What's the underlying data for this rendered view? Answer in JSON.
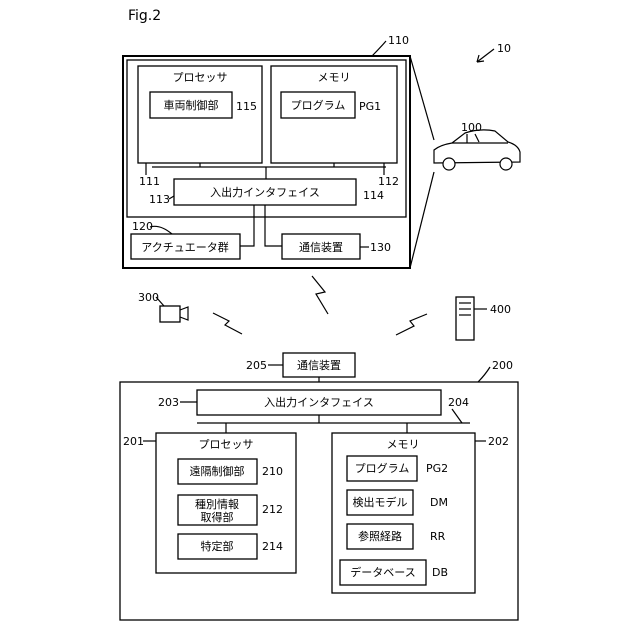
{
  "figure_label": "Fig.2",
  "system": {
    "ref": "10"
  },
  "vehicle": {
    "ref": "100"
  },
  "vehicle_device": {
    "ref": "110",
    "processor": {
      "title": "プロセッサ",
      "ref": "111",
      "control_unit": {
        "label": "車両制御部",
        "ref": "115"
      }
    },
    "memory": {
      "title": "メモリ",
      "ref": "112",
      "program": {
        "label": "プログラム",
        "ref": "PG1"
      }
    },
    "io_interface": {
      "label": "入出力インタフェイス",
      "ref_left": "113",
      "ref_right": "114"
    },
    "actuators": {
      "label": "アクチュエータ群",
      "ref": "120"
    },
    "comm": {
      "label": "通信装置",
      "ref": "130"
    }
  },
  "camera": {
    "ref": "300"
  },
  "server_unit": {
    "ref": "400"
  },
  "server": {
    "ref": "200",
    "comm": {
      "label": "通信装置",
      "ref": "205"
    },
    "io_interface": {
      "label": "入出力インタフェイス",
      "ref": "203"
    },
    "bus": {
      "ref": "204"
    },
    "processor": {
      "title": "プロセッサ",
      "ref": "201",
      "remote_control": {
        "label": "遠隔制御部",
        "ref": "210"
      },
      "type_info": {
        "line1": "種別情報",
        "line2": "取得部",
        "ref": "212"
      },
      "identify": {
        "label": "特定部",
        "ref": "214"
      }
    },
    "memory": {
      "title": "メモリ",
      "ref": "202",
      "program": {
        "label": "プログラム",
        "ref": "PG2"
      },
      "detection_model": {
        "label": "検出モデル",
        "ref": "DM"
      },
      "reference_route": {
        "label": "参照経路",
        "ref": "RR"
      },
      "database": {
        "label": "データベース",
        "ref": "DB"
      }
    }
  }
}
